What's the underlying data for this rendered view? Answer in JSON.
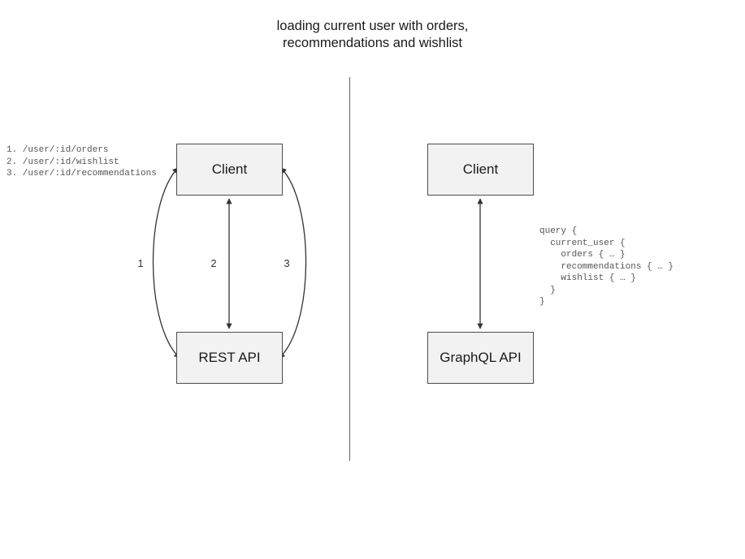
{
  "title": "loading current user with orders,\nrecommendations and wishlist",
  "divider": {
    "orientation": "vertical"
  },
  "colors": {
    "node_fill": "#f2f2f2",
    "node_border": "#4d4d4d",
    "edge": "#333333",
    "divider": "#666666",
    "text": "#1a1a1a",
    "code_text": "#555555"
  },
  "rest_side": {
    "client_label": "Client",
    "api_label": "REST API",
    "endpoints_text": "1. /user/:id/orders\n2. /user/:id/wishlist\n3. /user/:id/recommendations",
    "endpoints": [
      {
        "number": "1",
        "path": "/user/:id/orders"
      },
      {
        "number": "2",
        "path": "/user/:id/wishlist"
      },
      {
        "number": "3",
        "path": "/user/:id/recommendations"
      }
    ],
    "edge_labels": [
      "1",
      "2",
      "3"
    ]
  },
  "graphql_side": {
    "client_label": "Client",
    "api_label": "GraphQL API",
    "query_text": "query {\n  current_user {\n    orders { … }\n    recommendations { … }\n    wishlist { … }\n  }\n}"
  }
}
